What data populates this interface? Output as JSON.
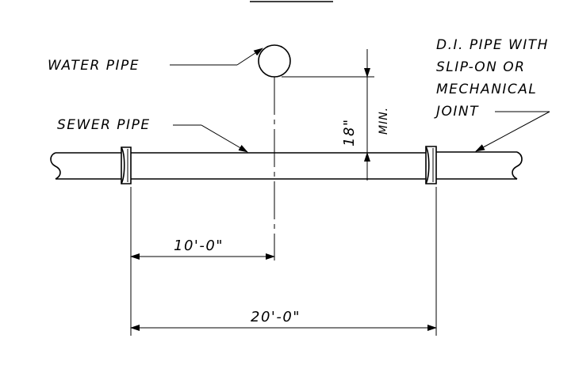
{
  "labels": {
    "water_pipe": "WATER PIPE",
    "sewer_pipe": "SEWER PIPE",
    "di_pipe_line1": "D.I. PIPE WITH",
    "di_pipe_line2": "SLIP-ON OR",
    "di_pipe_line3": "MECHANICAL",
    "di_pipe_line4": "JOINT"
  },
  "dimensions": {
    "separation": "18\"",
    "separation_note": "MIN.",
    "half_length": "10'-0\"",
    "full_length": "20'-0\""
  }
}
